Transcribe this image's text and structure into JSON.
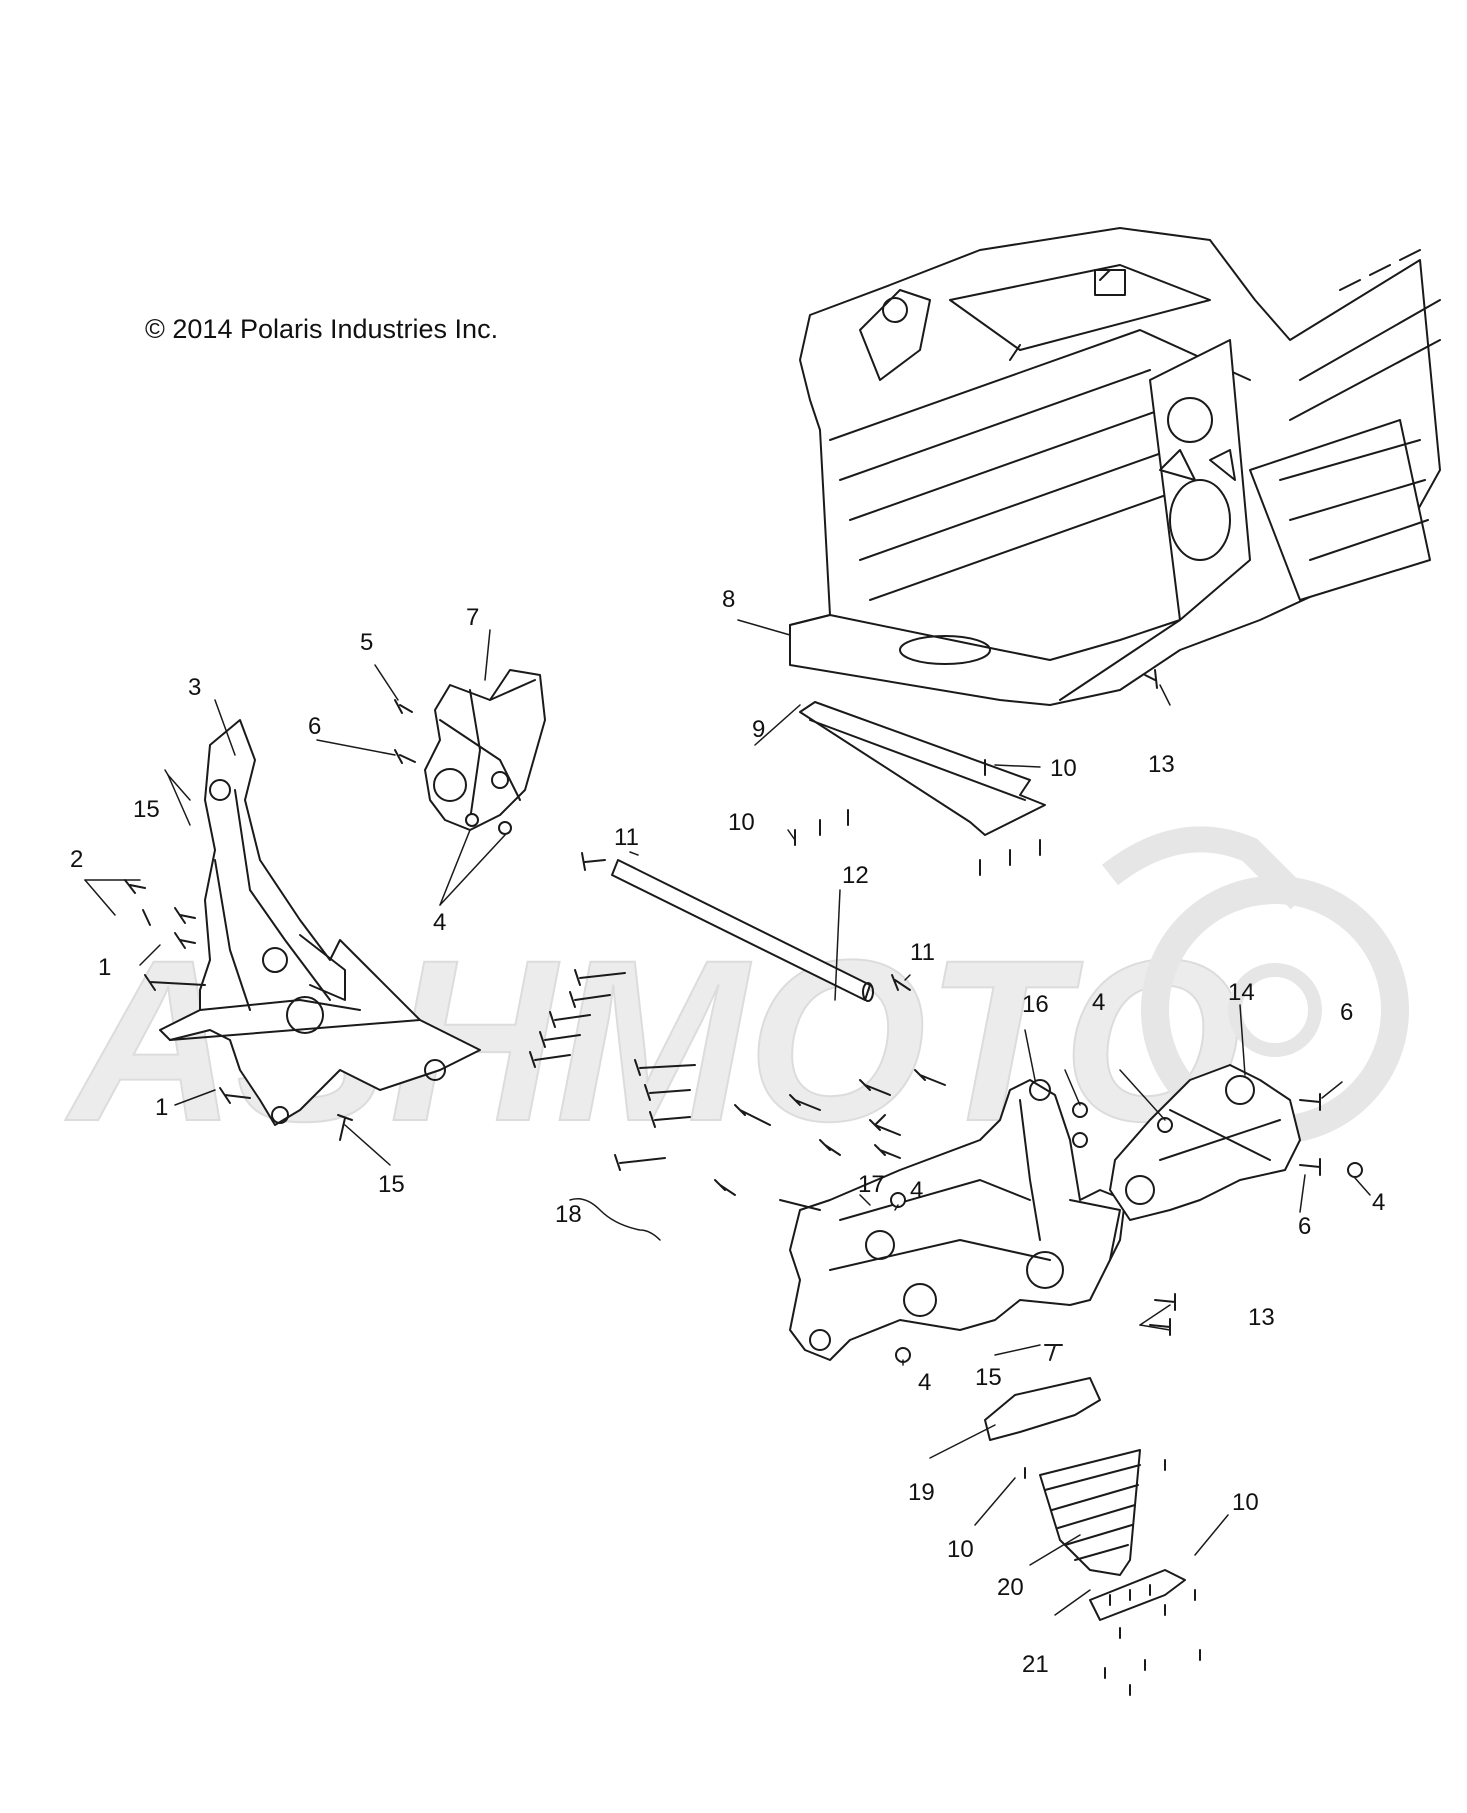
{
  "copyright": "© 2014 Polaris Industries Inc.",
  "watermark_text": "ASHMOTO",
  "colors": {
    "line": "#1a1a1a",
    "fill": "#ffffff",
    "watermark": "#e9e9e9"
  },
  "callouts": [
    {
      "id": "c1a",
      "label": "1"
    },
    {
      "id": "c1b",
      "label": "1"
    },
    {
      "id": "c2",
      "label": "2"
    },
    {
      "id": "c3",
      "label": "3"
    },
    {
      "id": "c4a",
      "label": "4"
    },
    {
      "id": "c4b",
      "label": "4"
    },
    {
      "id": "c4c",
      "label": "4"
    },
    {
      "id": "c4d",
      "label": "4"
    },
    {
      "id": "c4e",
      "label": "4"
    },
    {
      "id": "c5",
      "label": "5"
    },
    {
      "id": "c6a",
      "label": "6"
    },
    {
      "id": "c6b",
      "label": "6"
    },
    {
      "id": "c6c",
      "label": "6"
    },
    {
      "id": "c7",
      "label": "7"
    },
    {
      "id": "c8",
      "label": "8"
    },
    {
      "id": "c9",
      "label": "9"
    },
    {
      "id": "c10a",
      "label": "10"
    },
    {
      "id": "c10b",
      "label": "10"
    },
    {
      "id": "c10c",
      "label": "10"
    },
    {
      "id": "c10d",
      "label": "10"
    },
    {
      "id": "c11a",
      "label": "11"
    },
    {
      "id": "c11b",
      "label": "11"
    },
    {
      "id": "c12",
      "label": "12"
    },
    {
      "id": "c13a",
      "label": "13"
    },
    {
      "id": "c13b",
      "label": "13"
    },
    {
      "id": "c14",
      "label": "14"
    },
    {
      "id": "c15a",
      "label": "15"
    },
    {
      "id": "c15b",
      "label": "15"
    },
    {
      "id": "c15c",
      "label": "15"
    },
    {
      "id": "c16",
      "label": "16"
    },
    {
      "id": "c17",
      "label": "17"
    },
    {
      "id": "c18",
      "label": "18"
    },
    {
      "id": "c19",
      "label": "19"
    },
    {
      "id": "c20",
      "label": "20"
    },
    {
      "id": "c21",
      "label": "21"
    }
  ]
}
